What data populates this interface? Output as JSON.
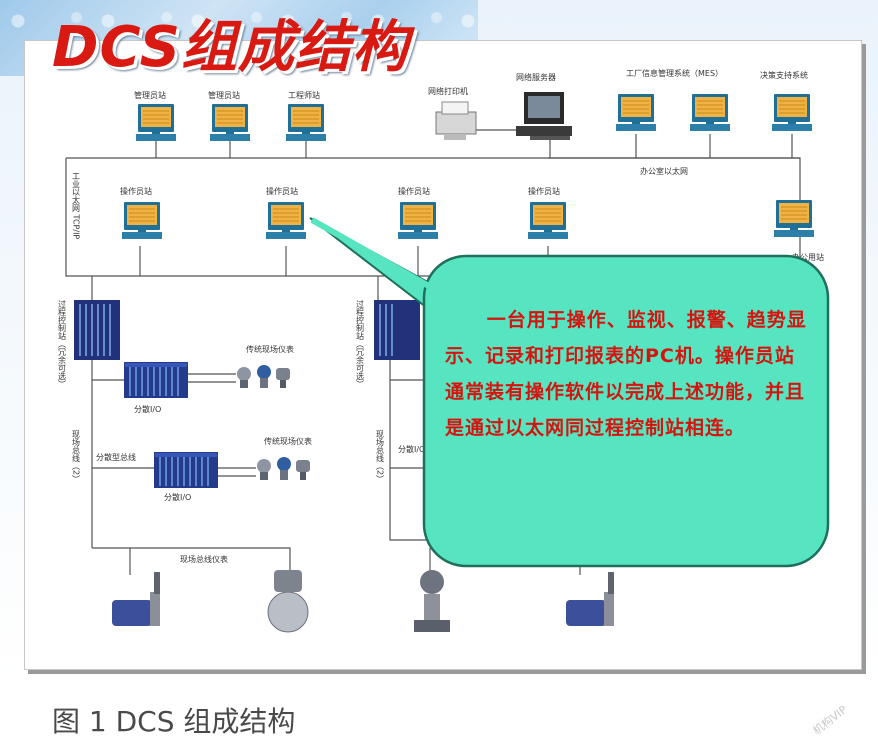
{
  "title": "DCS组成结构",
  "top_row": {
    "admin_station_1": "管理员站",
    "admin_station_2": "管理员站",
    "engineer_station": "工程师站",
    "network_printer": "网络打印机",
    "network_server": "网络服务器",
    "mes": "工厂信息管理系统（MES）",
    "decision_support": "决策支持系统"
  },
  "networks": {
    "industrial_ethernet": "工业以太网 TCP/IP",
    "office_ethernet": "办公室以太网"
  },
  "operator_row": {
    "op1": "操作员站",
    "op2": "操作员站",
    "op3": "操作员站",
    "op4": "操作员站",
    "office_station": "办公用站"
  },
  "field": {
    "process_control_1": "过程控制站（冗余可选）",
    "process_control_2": "过程控制站（冗余可选）",
    "field_bus_1": "现场总线（2）",
    "field_bus_2": "现场总线（2）",
    "remote_io_1": "分散I/O",
    "remote_io_2": "分散I/O",
    "conventional_1": "传统现场仪表",
    "conventional_2": "传统现场仪表",
    "distributed_bus": "分散型总线",
    "distributed_io_3": "分散I/O",
    "fieldbus_instruments": "现场总线仪表"
  },
  "callout": "一台用于操作、监视、报警、趋势显示、记录和打印报表的PC机。操作员站通常装有操作软件以完成上述功能，并且是通过以太网同过程控制站相连。",
  "caption": "图 1 DCS 组成结构",
  "watermark": "机构VIP",
  "colors": {
    "title_red": "#d81a12",
    "callout_fill": "#57e4c0",
    "callout_border": "#1e6f5c",
    "callout_text": "#d6140f",
    "monitor_screen": "#f0b245",
    "monitor_body": "#1f6f97"
  }
}
